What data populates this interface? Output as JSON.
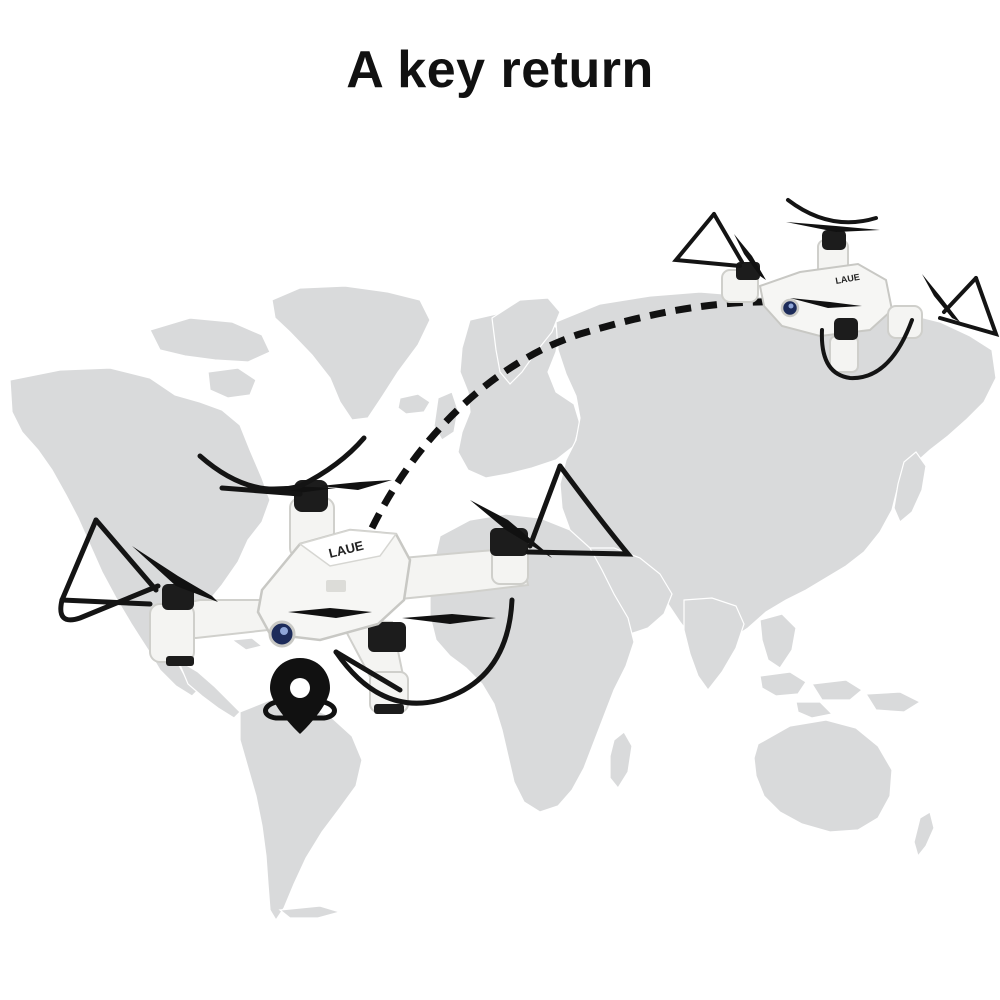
{
  "header": {
    "title": "A key return"
  },
  "scene": {
    "map_color": "#d9dadb",
    "map_border_color": "#ffffff",
    "path_color": "#111111",
    "drone_body_color": "#f4f4f2",
    "drone_frame_color": "#1a1a1a",
    "drone_brand_text": "LAUE",
    "icons": [
      "world-map",
      "drone",
      "location-pin-icon",
      "dashed-flight-path"
    ]
  }
}
